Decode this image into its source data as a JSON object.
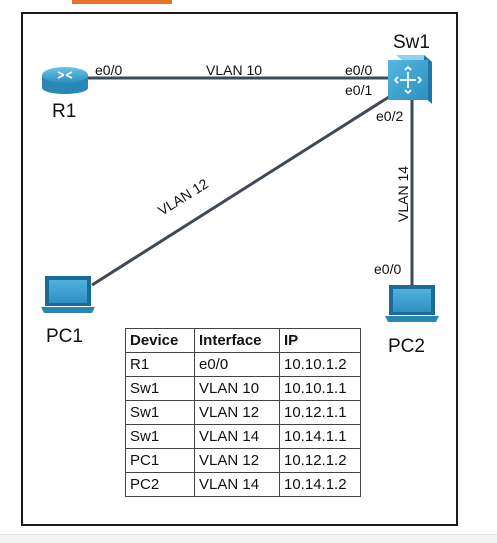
{
  "devices": {
    "r1": "R1",
    "sw1": "Sw1",
    "pc1": "PC1",
    "pc2": "PC2"
  },
  "links": {
    "r1_sw1": {
      "vlan": "VLAN 10",
      "r1_port": "e0/0",
      "sw1_port": "e0/0"
    },
    "sw1_pc1": {
      "vlan": "VLAN 12",
      "sw1_port": "e0/1"
    },
    "sw1_pc2": {
      "vlan": "VLAN 14",
      "sw1_port": "e0/2",
      "pc2_port": "e0/0"
    }
  },
  "table": {
    "headers": [
      "Device",
      "Interface",
      "IP"
    ],
    "rows": [
      [
        "R1",
        "e0/0",
        "10.10.1.2"
      ],
      [
        "Sw1",
        "VLAN 10",
        "10.10.1.1"
      ],
      [
        "Sw1",
        "VLAN 12",
        "10.12.1.1"
      ],
      [
        "Sw1",
        "VLAN 14",
        "10.14.1.1"
      ],
      [
        "PC1",
        "VLAN 12",
        "10.12.1.2"
      ],
      [
        "PC2",
        "VLAN 14",
        "10.14.1.2"
      ]
    ]
  },
  "colors": {
    "link": "#3f4a55",
    "device_blue": "#3aa3d1",
    "accent": "#e8742c"
  }
}
